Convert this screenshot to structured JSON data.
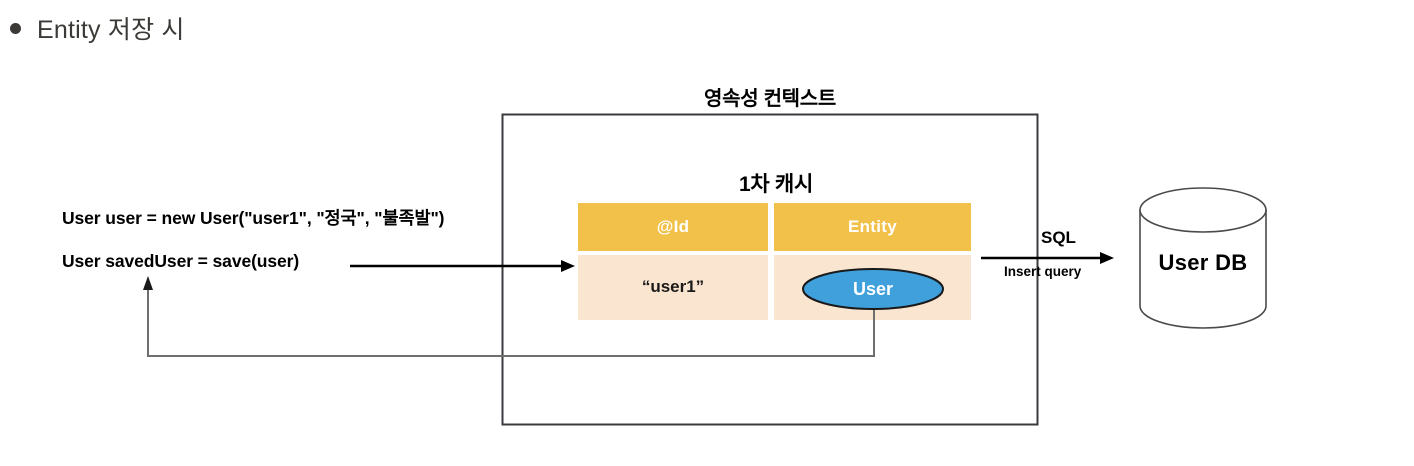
{
  "slide": {
    "bullet": {
      "marker": "bullet-dot",
      "text": "Entity 저장 시"
    }
  },
  "diagram": {
    "persistence_context": {
      "title": "영속성 컨텍스트",
      "cache": {
        "caption": "1차 캐시",
        "columns": [
          "@Id",
          "Entity"
        ],
        "rows": [
          {
            "id": "“user1”",
            "entity": "User"
          }
        ]
      }
    },
    "code": {
      "lines": [
        "User user = new User(\"user1\", \"정국\", \"불족발\")",
        "User savedUser =   save(user)"
      ]
    },
    "sql_arrow": {
      "top_label": "SQL",
      "bottom_label": "Insert query"
    },
    "database": {
      "label": "User DB"
    },
    "colors": {
      "table_header": "#f2c14a",
      "table_body": "#fae6d0",
      "entity_ellipse": "#3fa0dc",
      "entity_ellipse_stroke": "#1a1a1a",
      "box_border": "#3b3b3f",
      "return_arrow": "#6e6e6e",
      "call_arrow": "#000000",
      "bullet": "#3b3a37",
      "db_outline": "#4a4a4a"
    }
  }
}
